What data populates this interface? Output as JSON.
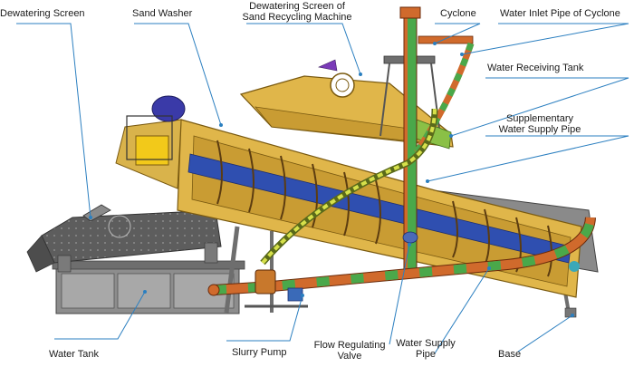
{
  "labels": {
    "dewatering_screen": "Dewatering Screen",
    "sand_washer": "Sand Washer",
    "recycling_screen_line1": "Dewatering Screen of",
    "recycling_screen_line2": "Sand Recycling Machine",
    "cyclone": "Cyclone",
    "water_inlet_pipe": "Water Inlet Pipe of Cyclone",
    "water_receiving_tank": "Water Receiving Tank",
    "supplementary_line1": "Supplementary",
    "supplementary_line2": "Water Supply Pipe",
    "water_tank": "Water Tank",
    "slurry_pump": "Slurry Pump",
    "flow_valve_line1": "Flow Regulating",
    "flow_valve_line2": "Valve",
    "water_supply_line1": "Water Supply",
    "water_supply_line2": "Pipe",
    "base": "Base"
  },
  "colors": {
    "frame_yellow": "#e0b64a",
    "frame_dark": "#b08a2a",
    "screw_blue": "#2f4fb0",
    "pipe_orange": "#d06a2c",
    "pipe_green": "#4aa84a",
    "steel_grey": "#6e6e6e",
    "leader_blue": "#2b7fc0"
  }
}
